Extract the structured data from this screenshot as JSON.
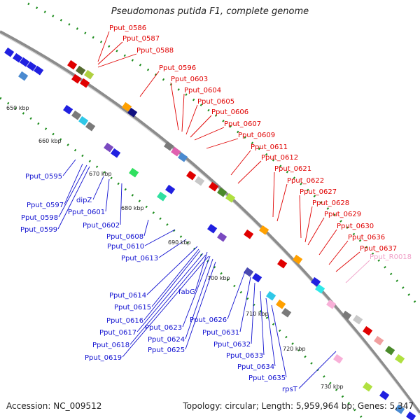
{
  "title": "Pseudomonas putida F1, complete genome",
  "accession": "Accession: NC_009512",
  "summary": "Topology: circular; Length: 5,959,964 bp; Genes: 5,347",
  "colors": {
    "forward_label": "#e00000",
    "reverse_label": "#1010d0",
    "rna_label": "#f0a0c8",
    "backbone": "#8c8c8c",
    "gc_ticks": "#1c8c1c"
  },
  "kbp_ticks": [
    "650 kbp",
    "660 kbp",
    "670 kbp",
    "680 kbp",
    "690 kbp",
    "700 kbp",
    "710 kbp",
    "720 kbp",
    "730 kbp"
  ],
  "forward_labels": [
    "Pput_0586",
    "Pput_0587",
    "Pput_0588",
    "Pput_0596",
    "Pput_0603",
    "Pput_0604",
    "Pput_0605",
    "Pput_0606",
    "Pput_0607",
    "Pput_0609",
    "Pput_0611",
    "Pput_0612",
    "Pput_0621",
    "Pput_0622",
    "Pput_0627",
    "Pput_0628",
    "Pput_0629",
    "Pput_0630",
    "Pput_0636",
    "Pput_0637"
  ],
  "rna_labels": [
    "Pput_R0018"
  ],
  "reverse_labels": [
    "Pput_0595",
    "Pput_0597",
    "dipZ",
    "Pput_0598",
    "Pput_0601",
    "Pput_0599",
    "Pput_0602",
    "Pput_0608",
    "Pput_0610",
    "Pput_0613",
    "Pput_0614",
    "fabG",
    "Pput_0615",
    "Pput_0616",
    "Pput_0623",
    "Pput_0626",
    "Pput_0617",
    "Pput_0631",
    "Pput_0624",
    "Pput_0618",
    "Pput_0625",
    "Pput_0632",
    "Pput_0619",
    "Pput_0633",
    "Pput_0634",
    "Pput_0635",
    "rpsT"
  ]
}
